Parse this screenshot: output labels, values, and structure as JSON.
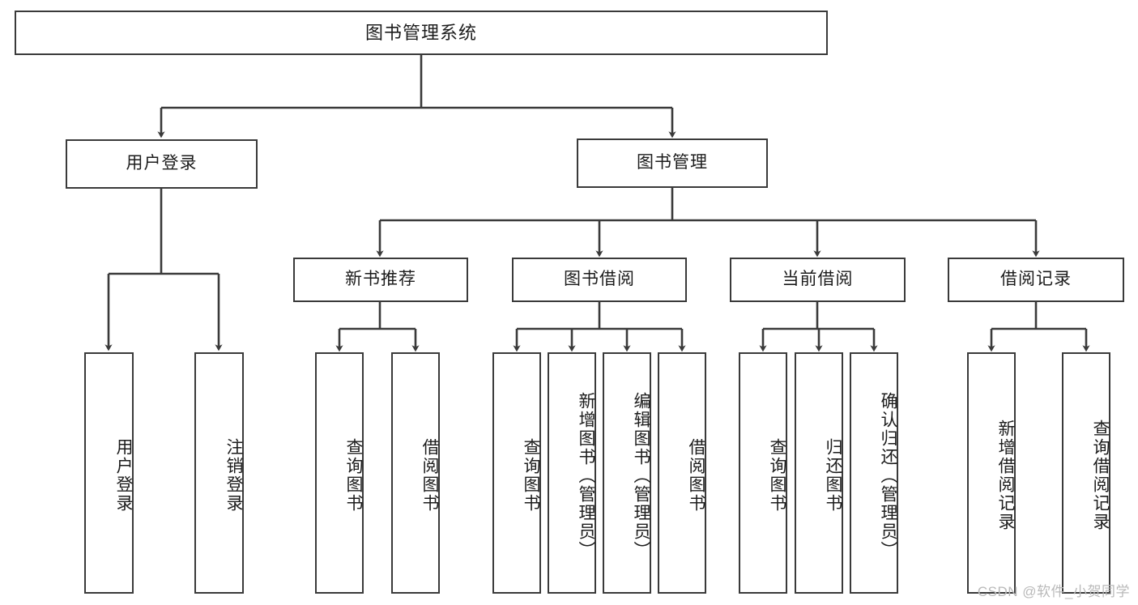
{
  "diagram": {
    "type": "tree-hierarchy-chart",
    "title": "图书管理系统",
    "watermark": "CSDN @软件_小贺同学",
    "colors": {
      "box_border": "#3a3a3a",
      "box_fill": "#ffffff",
      "connector": "#3a3a3a",
      "text": "#1c1c1c",
      "watermark": "#b9b9b9",
      "background": "#ffffff"
    },
    "root": {
      "label": "图书管理系统",
      "children": [
        {
          "label": "用户登录",
          "children": [
            {
              "label": "用户登录"
            },
            {
              "label": "注销登录"
            }
          ]
        },
        {
          "label": "图书管理",
          "children": [
            {
              "label": "新书推荐",
              "children": [
                {
                  "label": "查询图书"
                },
                {
                  "label": "借阅图书"
                }
              ]
            },
            {
              "label": "图书借阅",
              "children": [
                {
                  "label": "查询图书"
                },
                {
                  "label": "新增图书（管理员）"
                },
                {
                  "label": "编辑图书（管理员）"
                },
                {
                  "label": "借阅图书"
                }
              ]
            },
            {
              "label": "当前借阅",
              "children": [
                {
                  "label": "查询图书"
                },
                {
                  "label": "归还图书"
                },
                {
                  "label": "确认归还（管理员）"
                }
              ]
            },
            {
              "label": "借阅记录",
              "children": [
                {
                  "label": "新增借阅记录"
                },
                {
                  "label": "查询借阅记录"
                }
              ]
            }
          ]
        }
      ]
    },
    "nodes": {
      "root_title": "图书管理系统",
      "l2_user_login": "用户登录",
      "l2_book_mgmt": "图书管理",
      "l3_new_book_rec": "新书推荐",
      "l3_book_borrow": "图书借阅",
      "l3_current_borrow": "当前借阅",
      "l3_borrow_record": "借阅记录",
      "leaf_user_login": "用户登录",
      "leaf_logout": "注销登录",
      "leaf_rec_query_book": "查询图书",
      "leaf_rec_borrow_book": "借阅图书",
      "leaf_bb_query_book": "查询图书",
      "leaf_bb_add_book": "新增图书（管理员）",
      "leaf_bb_edit_book": "编辑图书（管理员）",
      "leaf_bb_borrow_book": "借阅图书",
      "leaf_cb_query_book": "查询图书",
      "leaf_cb_return_book": "归还图书",
      "leaf_cb_confirm_return": "确认归还（管理员）",
      "leaf_br_add_record": "新增借阅记录",
      "leaf_br_query_record": "查询借阅记录"
    }
  }
}
